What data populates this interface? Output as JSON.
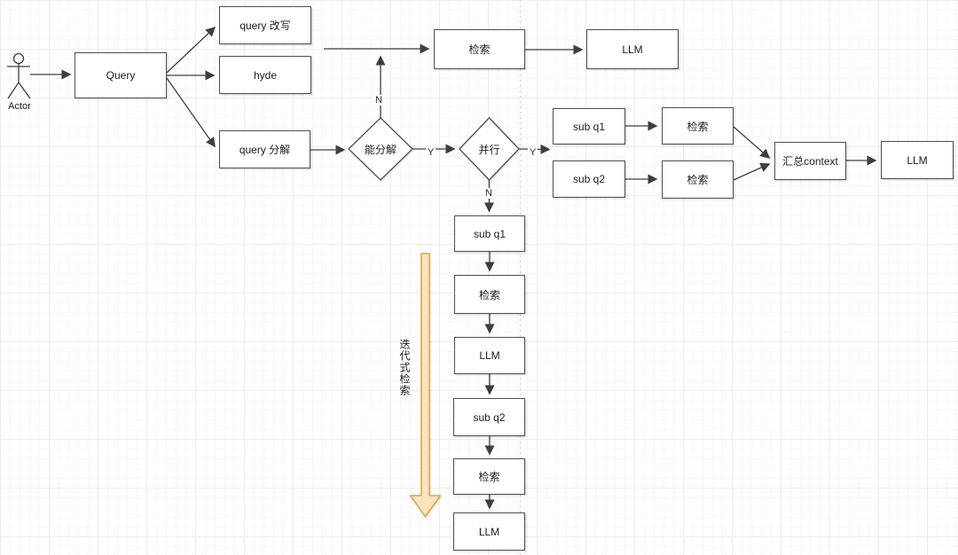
{
  "actor": {
    "label": "Actor"
  },
  "nodes": {
    "query": "Query",
    "query_rewrite": "query 改写",
    "hyde": "hyde",
    "query_decompose": "query 分解",
    "retrieve_top": "检索",
    "llm_top": "LLM",
    "can_decompose": "能分解",
    "parallel": "并行",
    "sub_q1_par": "sub q1",
    "retrieve_par1": "检索",
    "sub_q2_par": "sub q2",
    "retrieve_par2": "检索",
    "merge_context": "汇总context",
    "llm_right": "LLM",
    "sub_q1_seq": "sub q1",
    "retrieve_seq1": "检索",
    "llm_seq1": "LLM",
    "sub_q2_seq": "sub q2",
    "retrieve_seq2": "检索",
    "llm_seq2": "LLM"
  },
  "edge_labels": {
    "n_top": "N",
    "y_can_decompose": "Y",
    "y_parallel": "Y",
    "n_parallel": "N"
  },
  "annotations": {
    "iterative": "迭代式检索"
  },
  "colors": {
    "line": "#3e3e3e",
    "box_border": "#4f4f4f",
    "big_arrow_fill": "#fae3bf",
    "big_arrow_stroke": "#dba44c",
    "guide_line": "#c9c9c9",
    "background": "#ffffff"
  }
}
